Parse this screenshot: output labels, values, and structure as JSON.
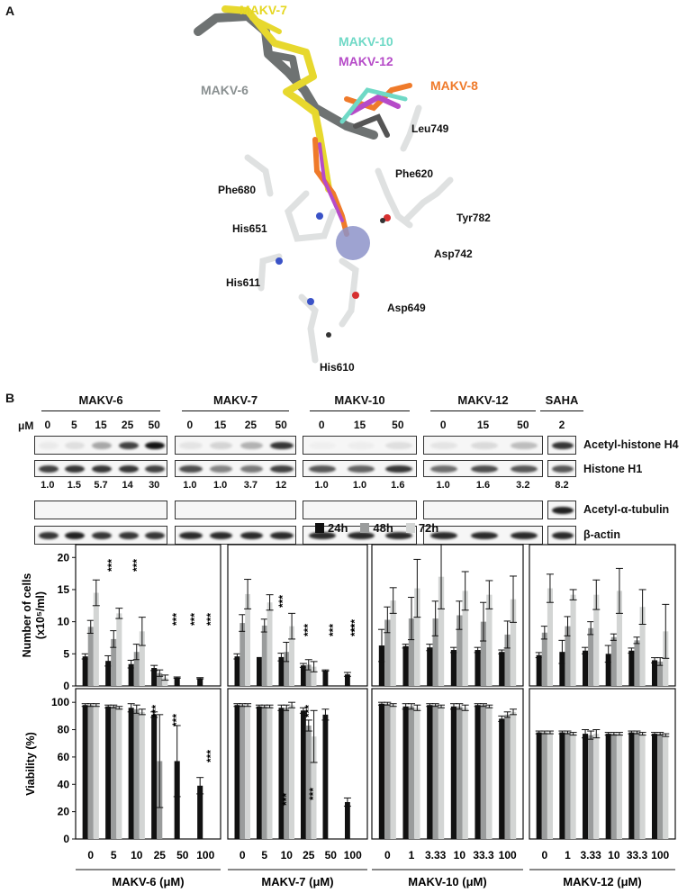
{
  "panel_a": {
    "letter": "A",
    "compounds": [
      {
        "name": "MAKV-7",
        "color": "#e5d722"
      },
      {
        "name": "MAKV-10",
        "color": "#6fd9c6"
      },
      {
        "name": "MAKV-12",
        "color": "#b64bc8"
      },
      {
        "name": "MAKV-8",
        "color": "#ef7a2a"
      },
      {
        "name": "MAKV-6",
        "color": "#8a9091"
      }
    ],
    "residues": [
      "Leu749",
      "Phe620",
      "Phe680",
      "Tyr782",
      "His651",
      "Asp742",
      "His611",
      "Asp649",
      "His610"
    ]
  },
  "panel_b": {
    "letter": "B",
    "unit": "μM",
    "blot_groups": [
      {
        "name": "MAKV-6",
        "doses": [
          "0",
          "5",
          "15",
          "25",
          "50"
        ],
        "ratios": [
          "1.0",
          "1.5",
          "5.7",
          "14",
          "30"
        ]
      },
      {
        "name": "MAKV-7",
        "doses": [
          "0",
          "15",
          "25",
          "50"
        ],
        "ratios": [
          "1.0",
          "1.0",
          "3.7",
          "12"
        ]
      },
      {
        "name": "MAKV-10",
        "doses": [
          "0",
          "15",
          "50"
        ],
        "ratios": [
          "1.0",
          "1.0",
          "1.6"
        ]
      },
      {
        "name": "MAKV-12",
        "doses": [
          "0",
          "15",
          "50"
        ],
        "ratios": [
          "1.0",
          "1.6",
          "3.2"
        ]
      },
      {
        "name": "SAHA",
        "doses": [
          "2"
        ],
        "ratios": [
          "8.2"
        ]
      }
    ],
    "blot_rows": [
      "Acetyl-histone H4",
      "Histone H1",
      "Acetyl-α-tubulin",
      "β-actin"
    ],
    "legend": [
      {
        "label": "24h",
        "color": "#111111"
      },
      {
        "label": "48h",
        "color": "#9a9c9c"
      },
      {
        "label": "72h",
        "color": "#d3d5d4"
      }
    ],
    "stars": "***"
  },
  "chart_data": [
    {
      "type": "bar",
      "panel": "MAKV-6 cells",
      "ylabel": "Number of cells (x10⁵/ml)",
      "ylim": [
        0,
        22
      ],
      "yticks": [
        0,
        5,
        10,
        15,
        20
      ],
      "categories": [
        "0",
        "5",
        "10",
        "25",
        "50",
        "100"
      ],
      "series": [
        {
          "name": "24h",
          "values": [
            4.6,
            3.9,
            3.4,
            2.8,
            1.3,
            1.2
          ]
        },
        {
          "name": "48h",
          "values": [
            9.2,
            7.3,
            5.3,
            2.0,
            0,
            0
          ]
        },
        {
          "name": "72h",
          "values": [
            14.5,
            11.3,
            8.5,
            1.3,
            0,
            0
          ]
        }
      ],
      "errors": [
        [
          0.4,
          0.8,
          0.6,
          0.4,
          0.1,
          0.1
        ],
        [
          1.0,
          1.3,
          1.2,
          0.5,
          0,
          0
        ],
        [
          2.0,
          0.8,
          2.2,
          0.4,
          0,
          0
        ]
      ]
    },
    {
      "type": "bar",
      "panel": "MAKV-7 cells",
      "ylim": [
        0,
        22
      ],
      "categories": [
        "0",
        "5",
        "10",
        "25",
        "50",
        "100"
      ],
      "series": [
        {
          "name": "24h",
          "values": [
            4.6,
            4.5,
            4.5,
            3.2,
            2.4,
            1.8
          ]
        },
        {
          "name": "48h",
          "values": [
            9.8,
            9.4,
            5.3,
            3.3,
            0,
            0
          ]
        },
        {
          "name": "72h",
          "values": [
            14.3,
            13.0,
            9.3,
            3.0,
            0,
            0
          ]
        }
      ],
      "errors": [
        [
          0.4,
          0,
          0.6,
          0.3,
          0.1,
          0.3
        ],
        [
          1.3,
          1.0,
          1.5,
          0.8,
          0,
          0
        ],
        [
          2.3,
          1.2,
          2.0,
          0.8,
          0,
          0
        ]
      ]
    },
    {
      "type": "bar",
      "panel": "MAKV-10 cells",
      "ylim": [
        0,
        22
      ],
      "categories": [
        "0",
        "1",
        "3.33",
        "10",
        "33.3",
        "100"
      ],
      "series": [
        {
          "name": "24h",
          "values": [
            6.3,
            6.2,
            6.0,
            5.6,
            5.6,
            5.3
          ]
        },
        {
          "name": "48h",
          "values": [
            10.3,
            10.5,
            10.5,
            11.0,
            10.0,
            8.0
          ]
        },
        {
          "name": "72h",
          "values": [
            13.3,
            15.2,
            17.0,
            14.8,
            14.2,
            13.5
          ]
        }
      ],
      "errors": [
        [
          2.5,
          0.3,
          0.5,
          0.4,
          0.4,
          0.3
        ],
        [
          2.0,
          3.3,
          2.7,
          2.2,
          3.0,
          2.1
        ],
        [
          2.0,
          4.5,
          5.0,
          3.0,
          2.2,
          3.6
        ]
      ]
    },
    {
      "type": "bar",
      "panel": "MAKV-12 cells",
      "ylim": [
        0,
        22
      ],
      "categories": [
        "0",
        "1",
        "3.33",
        "10",
        "33.3",
        "100"
      ],
      "series": [
        {
          "name": "24h",
          "values": [
            4.8,
            5.3,
            5.5,
            5.0,
            5.5,
            4.0
          ]
        },
        {
          "name": "48h",
          "values": [
            8.3,
            9.3,
            9.0,
            7.6,
            7.1,
            3.8
          ]
        },
        {
          "name": "72h",
          "values": [
            15.2,
            14.2,
            14.2,
            14.8,
            12.3,
            8.5
          ]
        }
      ],
      "errors": [
        [
          0.4,
          1.8,
          0.5,
          1.3,
          0.4,
          0.4
        ],
        [
          1.0,
          1.5,
          1.0,
          0.5,
          0.5,
          0.6
        ],
        [
          2.2,
          0.8,
          2.3,
          3.5,
          2.7,
          4.2
        ]
      ]
    },
    {
      "type": "bar",
      "panel": "MAKV-6 viability",
      "ylabel": "Viability (%)",
      "xlabel": "MAKV-6 (μM)",
      "ylim": [
        0,
        110
      ],
      "yticks": [
        0,
        20,
        40,
        60,
        80,
        100
      ],
      "categories": [
        "0",
        "5",
        "10",
        "25",
        "50",
        "100"
      ],
      "series": [
        {
          "name": "24h",
          "values": [
            98,
            97,
            96,
            91,
            57,
            39
          ]
        },
        {
          "name": "48h",
          "values": [
            98,
            97,
            95,
            57,
            0,
            0
          ]
        },
        {
          "name": "72h",
          "values": [
            98,
            96,
            93,
            0,
            0,
            0
          ]
        }
      ],
      "errors": [
        [
          1,
          1,
          3,
          2,
          26,
          6
        ],
        [
          1,
          1,
          3,
          34,
          0,
          0
        ],
        [
          1,
          1,
          2,
          0,
          0,
          0
        ]
      ]
    },
    {
      "type": "bar",
      "panel": "MAKV-7 viability",
      "xlabel": "MAKV-7 (μM)",
      "ylim": [
        0,
        110
      ],
      "categories": [
        "0",
        "5",
        "10",
        "25",
        "50",
        "100"
      ],
      "series": [
        {
          "name": "24h",
          "values": [
            98,
            97,
            96,
            94,
            91,
            27
          ]
        },
        {
          "name": "48h",
          "values": [
            98,
            97,
            96,
            83,
            0,
            0
          ]
        },
        {
          "name": "72h",
          "values": [
            98,
            97,
            98,
            75,
            0,
            0
          ]
        }
      ],
      "errors": [
        [
          1,
          1,
          2,
          2,
          4,
          3
        ],
        [
          1,
          1,
          2,
          4,
          0,
          0
        ],
        [
          1,
          1,
          2,
          19,
          0,
          0
        ]
      ]
    },
    {
      "type": "bar",
      "panel": "MAKV-10 viability",
      "xlabel": "MAKV-10 (μM)",
      "ylim": [
        0,
        110
      ],
      "categories": [
        "0",
        "1",
        "3.33",
        "10",
        "33.3",
        "100"
      ],
      "series": [
        {
          "name": "24h",
          "values": [
            99,
            97,
            98,
            97,
            98,
            88
          ]
        },
        {
          "name": "48h",
          "values": [
            99,
            97,
            98,
            97,
            98,
            91
          ]
        },
        {
          "name": "72h",
          "values": [
            98,
            96,
            97,
            96,
            97,
            93
          ]
        }
      ],
      "errors": [
        [
          1,
          2,
          1,
          2,
          1,
          2
        ],
        [
          1,
          2,
          1,
          2,
          1,
          2
        ],
        [
          1,
          2,
          1,
          2,
          1,
          2
        ]
      ]
    },
    {
      "type": "bar",
      "panel": "MAKV-12 viability",
      "xlabel": "MAKV-12 (μM)",
      "ylim": [
        0,
        110
      ],
      "categories": [
        "0",
        "1",
        "3.33",
        "10",
        "33.3",
        "100"
      ],
      "series": [
        {
          "name": "24h",
          "values": [
            78,
            78,
            77,
            77,
            78,
            77
          ]
        },
        {
          "name": "48h",
          "values": [
            78,
            78,
            76,
            77,
            78,
            77
          ]
        },
        {
          "name": "72h",
          "values": [
            78,
            77,
            77,
            77,
            77,
            76
          ]
        }
      ],
      "errors": [
        [
          1,
          1,
          3,
          1,
          1,
          1
        ],
        [
          1,
          1,
          3,
          1,
          1,
          1
        ],
        [
          1,
          1,
          3,
          1,
          1,
          1
        ]
      ]
    }
  ]
}
